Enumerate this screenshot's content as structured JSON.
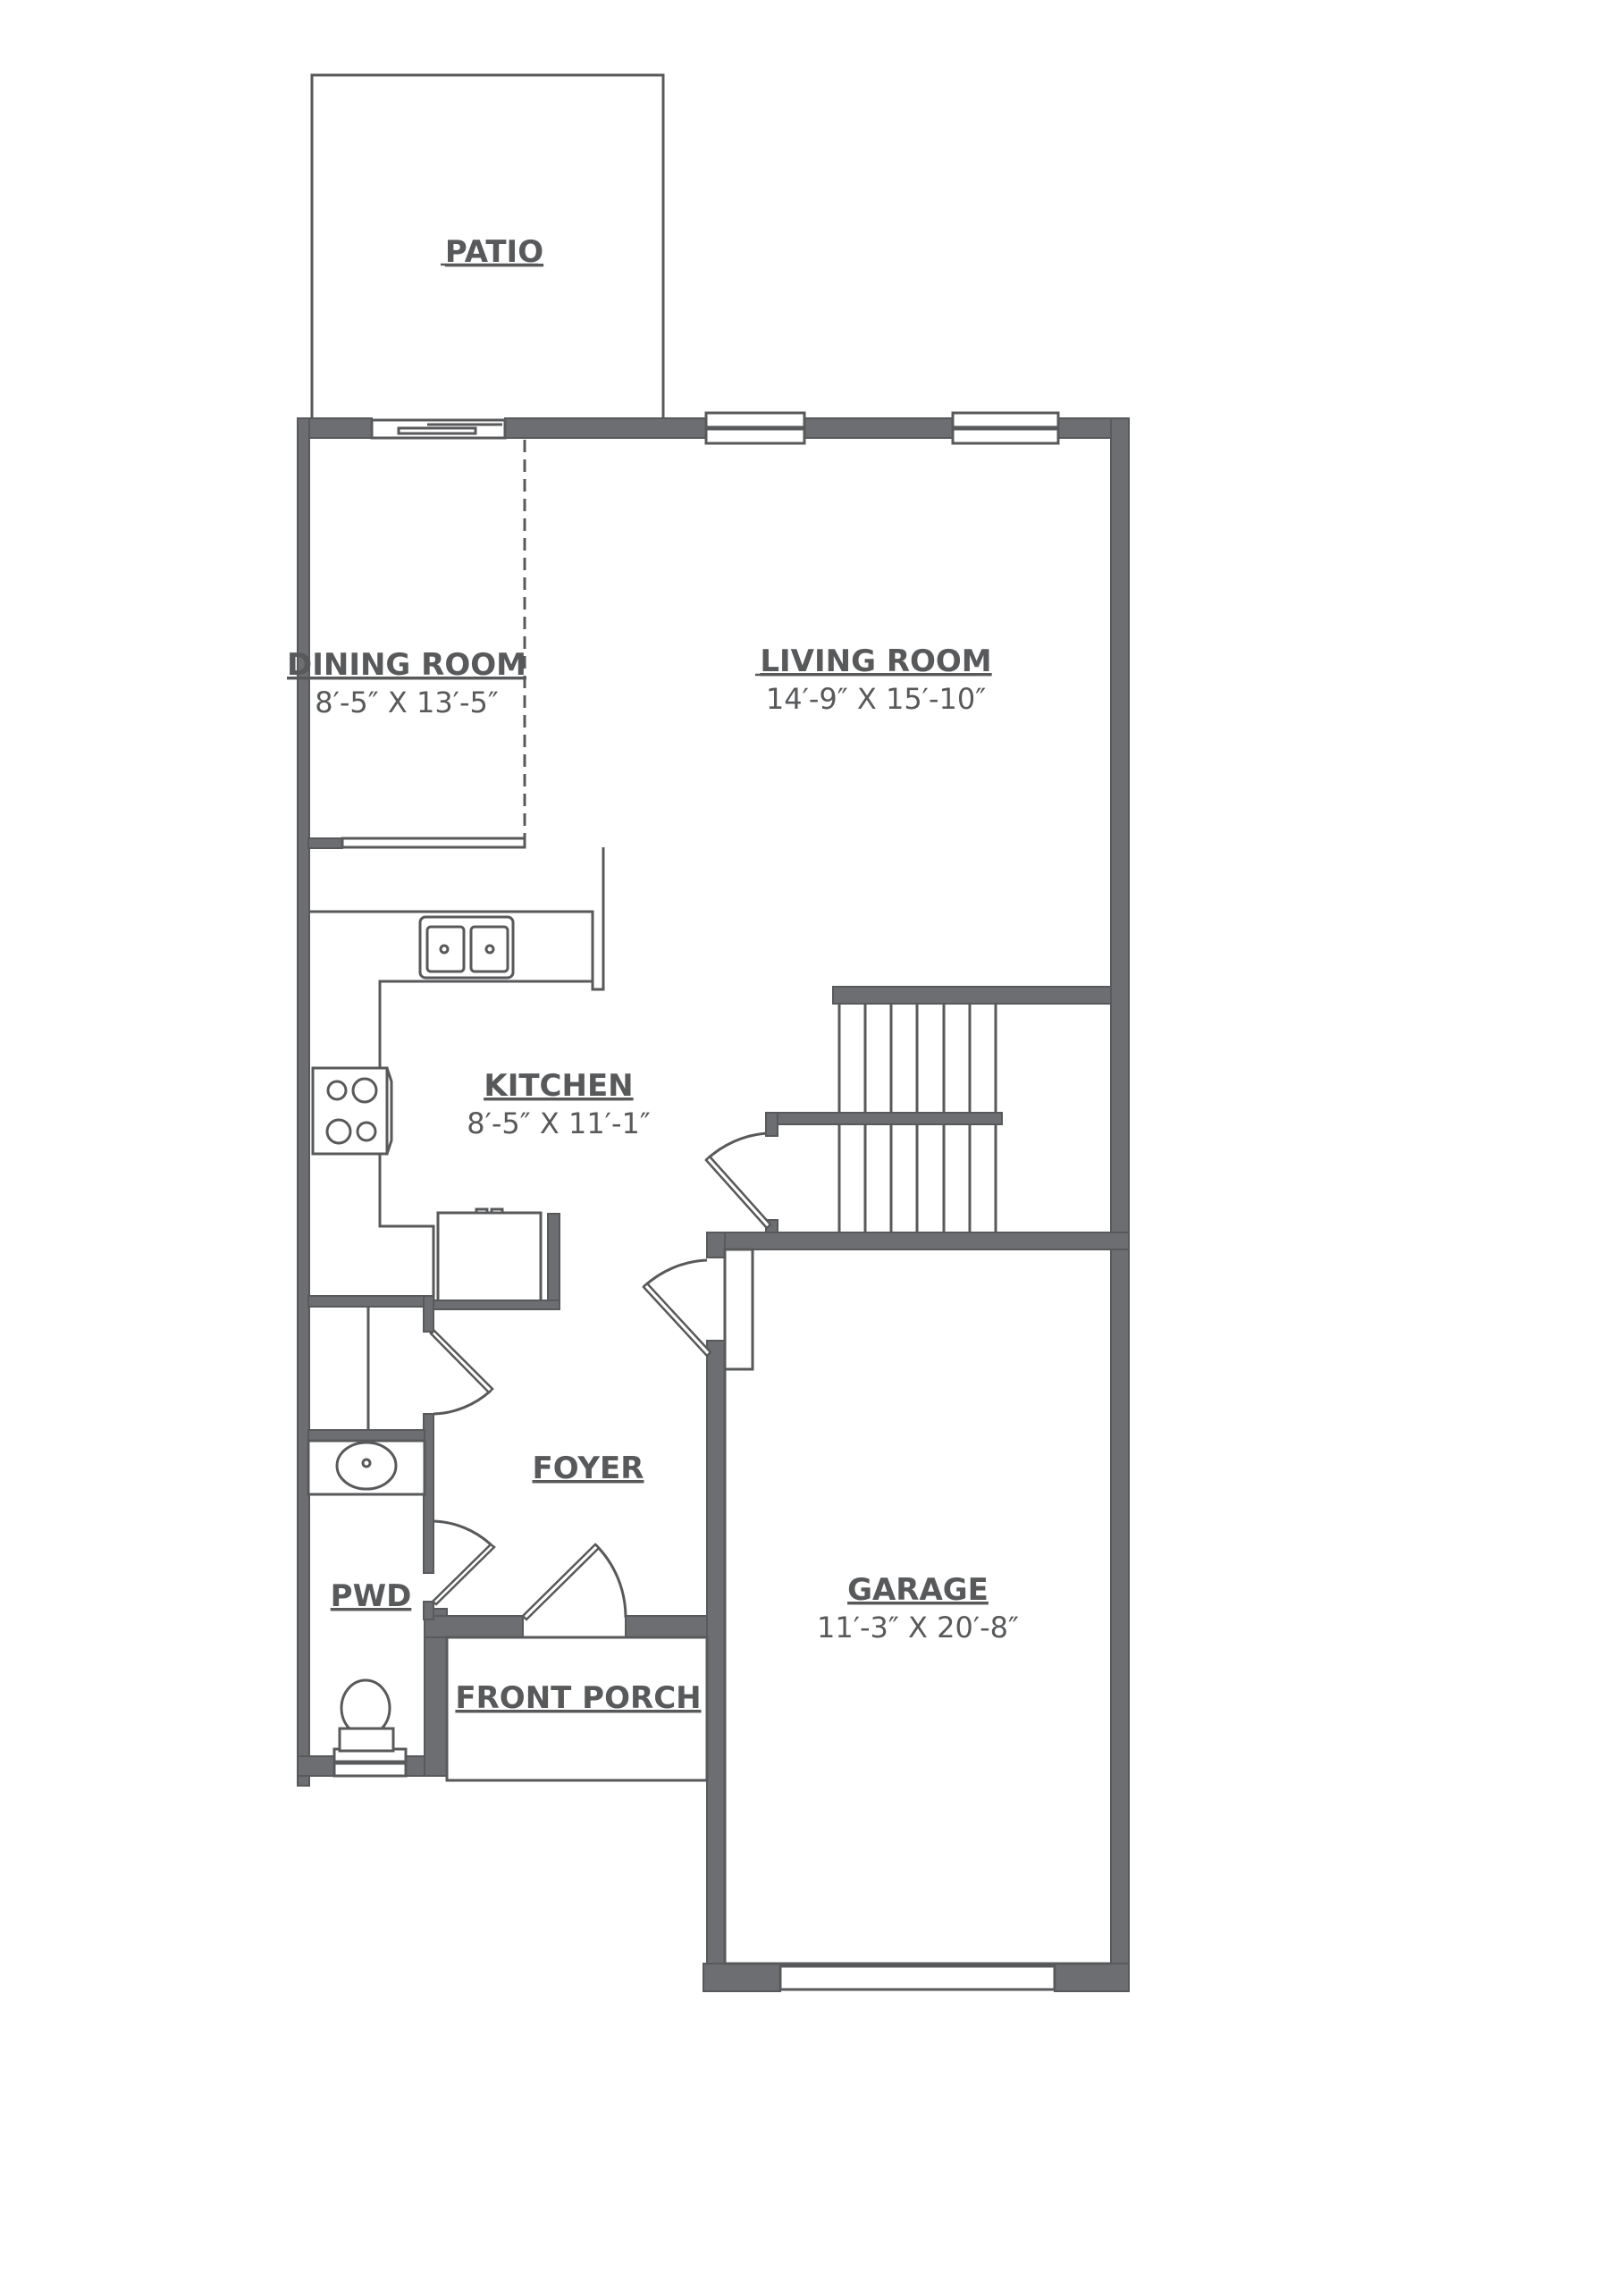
{
  "floorplan": {
    "rooms": [
      {
        "id": "patio",
        "name": "PATIO",
        "dimensions": ""
      },
      {
        "id": "dining-room",
        "name": "DINING ROOM",
        "dimensions": "8′-5″ X 13′-5″"
      },
      {
        "id": "living-room",
        "name": "LIVING ROOM",
        "dimensions": "14′-9″ X 15′-10″"
      },
      {
        "id": "kitchen",
        "name": "KITCHEN",
        "dimensions": "8′-5″ X 11′-1″"
      },
      {
        "id": "foyer",
        "name": "FOYER",
        "dimensions": ""
      },
      {
        "id": "pwd",
        "name": "PWD",
        "dimensions": ""
      },
      {
        "id": "front-porch",
        "name": "FRONT PORCH",
        "dimensions": ""
      },
      {
        "id": "garage",
        "name": "GARAGE",
        "dimensions": "11′-3″ X 20′-8″"
      }
    ],
    "colors": {
      "wall": "#6d6e71",
      "line": "#58595b",
      "text": "#58595b",
      "background": "#ffffff"
    }
  }
}
